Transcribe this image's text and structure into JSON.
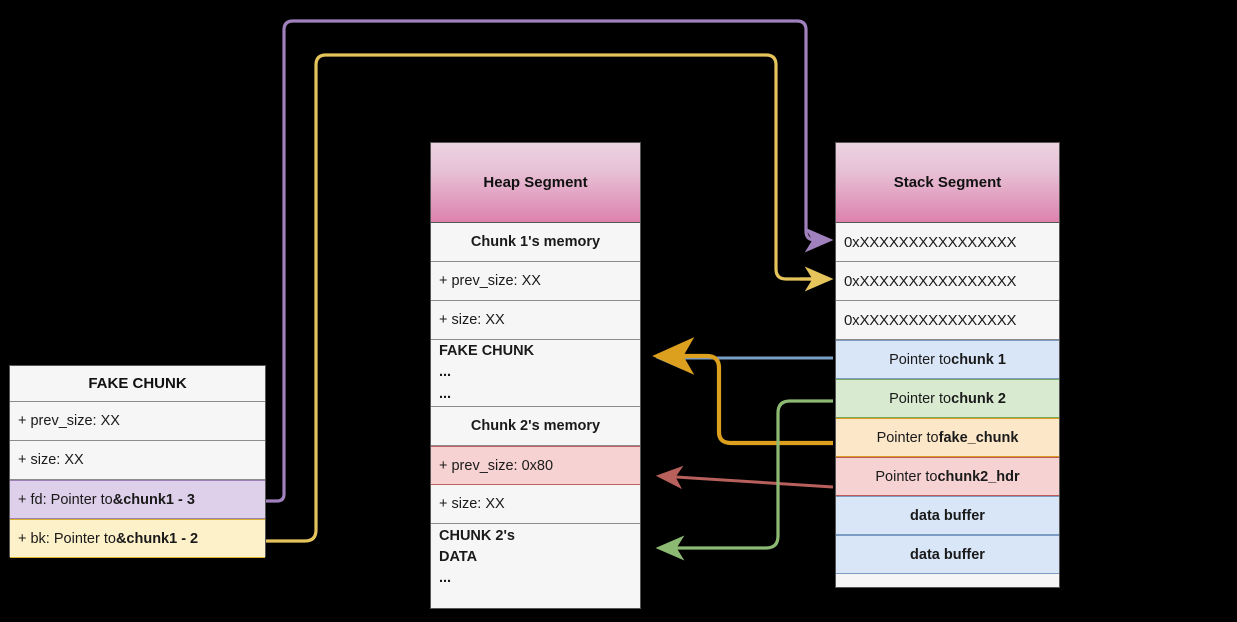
{
  "colors": {
    "purple": "#a081bd",
    "gold": "#dca01e",
    "gold_light": "#e5c45c",
    "blue": "#7a9fc8",
    "green": "#8cba72",
    "red": "#b8605c",
    "header_top": "#ebd3e1",
    "header_bottom": "#dd82ae",
    "row_bg": "#f6f6f6",
    "border": "#8c8c8c"
  },
  "heap": {
    "title": "Heap Segment",
    "rows": [
      {
        "name": "chunk1-memory",
        "label": "Chunk 1's memory",
        "style": "center"
      },
      {
        "name": "chunk1-prev-size",
        "label": "+ prev_size: XX",
        "style": "plain"
      },
      {
        "name": "chunk1-size",
        "label": "+ size: XX",
        "style": "plain"
      },
      {
        "name": "fake-chunk-body",
        "label": "FAKE CHUNK",
        "line2": "...",
        "line3": "...",
        "style": "tall-bold"
      },
      {
        "name": "chunk2-memory",
        "label": "Chunk 2's memory",
        "style": "center"
      },
      {
        "name": "chunk2-prev-size",
        "label": "+ prev_size: 0x80",
        "style": "pink"
      },
      {
        "name": "chunk2-size",
        "label": "+ size: XX",
        "style": "plain"
      },
      {
        "name": "chunk2-data",
        "label": "CHUNK 2's",
        "line2": "DATA",
        "line3": "...",
        "style": "tall-bold"
      }
    ]
  },
  "stack": {
    "title": "Stack Segment",
    "rows": [
      {
        "name": "stack-addr-1",
        "label": "0xXXXXXXXXXXXXXXXX",
        "style": "addr"
      },
      {
        "name": "stack-addr-2",
        "label": "0xXXXXXXXXXXXXXXXX",
        "style": "addr"
      },
      {
        "name": "stack-addr-3",
        "label": "0xXXXXXXXXXXXXXXXX",
        "style": "addr"
      },
      {
        "name": "pointer-to-chunk1",
        "prefix": "Pointer to ",
        "strong": "chunk 1",
        "style": "blue"
      },
      {
        "name": "pointer-to-chunk2",
        "prefix": "Pointer to ",
        "strong": "chunk 2",
        "style": "green"
      },
      {
        "name": "pointer-to-fake-chunk",
        "prefix": "Pointer to ",
        "strong": "fake_chunk",
        "style": "orange"
      },
      {
        "name": "pointer-to-chunk2-hdr",
        "prefix": "Pointer to ",
        "strong": "chunk2_hdr",
        "style": "red"
      },
      {
        "name": "data-buffer-1",
        "label": "data buffer",
        "style": "blue-bold"
      },
      {
        "name": "data-buffer-2",
        "label": "data buffer",
        "style": "blue-bold"
      }
    ]
  },
  "fake_chunk": {
    "title": "FAKE CHUNK",
    "rows": [
      {
        "name": "fake-prev-size",
        "label": "+ prev_size: XX",
        "style": "plain"
      },
      {
        "name": "fake-size",
        "label": "+ size: XX",
        "style": "plain"
      },
      {
        "name": "fake-fd",
        "prefix": "+ fd: Pointer to ",
        "strong": "&chunk1 - 3",
        "style": "lavender"
      },
      {
        "name": "fake-bk",
        "prefix": "+ bk: Pointer to ",
        "strong": "&chunk1 - 2",
        "style": "cream"
      }
    ]
  },
  "connections": [
    {
      "name": "fd-to-stack-addr1",
      "color": "#a081bd",
      "from": "fake-fd",
      "to": "stack-addr-1"
    },
    {
      "name": "bk-to-stack-addr2",
      "color": "#e5c45c",
      "from": "fake-bk",
      "to": "stack-addr-2"
    },
    {
      "name": "chunk1-ptr-to-fake-chunk",
      "color": "#7a9fc8",
      "from": "pointer-to-chunk1",
      "to": "fake-chunk-body"
    },
    {
      "name": "fake-chunk-ptr-to-fake-chunk",
      "color": "#dca01e",
      "from": "pointer-to-fake-chunk",
      "to": "fake-chunk-body"
    },
    {
      "name": "chunk2hdr-ptr-to-prev-size",
      "color": "#b8605c",
      "from": "pointer-to-chunk2-hdr",
      "to": "chunk2-prev-size"
    },
    {
      "name": "chunk2-ptr-to-chunk2-data",
      "color": "#8cba72",
      "from": "pointer-to-chunk2",
      "to": "chunk2-data"
    }
  ]
}
